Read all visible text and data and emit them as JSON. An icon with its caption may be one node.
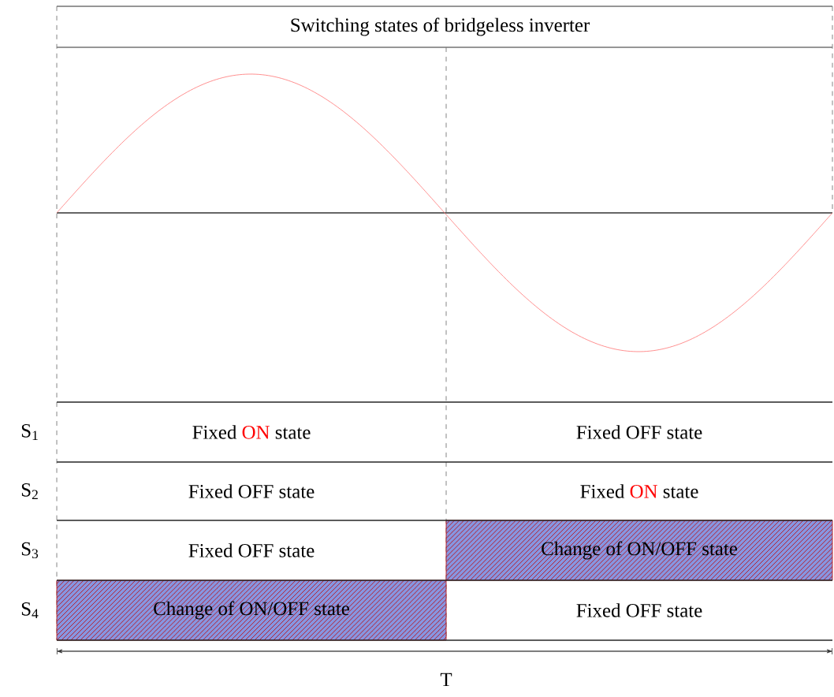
{
  "diagram": {
    "title": "Switching states of bridgeless inverter",
    "labels": [
      "S$_{1}$",
      "Fixed **ON** state",
      "Fixed OFF state",
      "S$_{2}$",
      "Fixed OFF state",
      "Fixed **ON** state",
      "S$_{3}$",
      "Fixed OFF state",
      "Change of ON/OFF state",
      "S$_{4}$",
      "Change of ON/OFF state",
      "Fixed OFF state",
      "T"
    ]
  }
}
